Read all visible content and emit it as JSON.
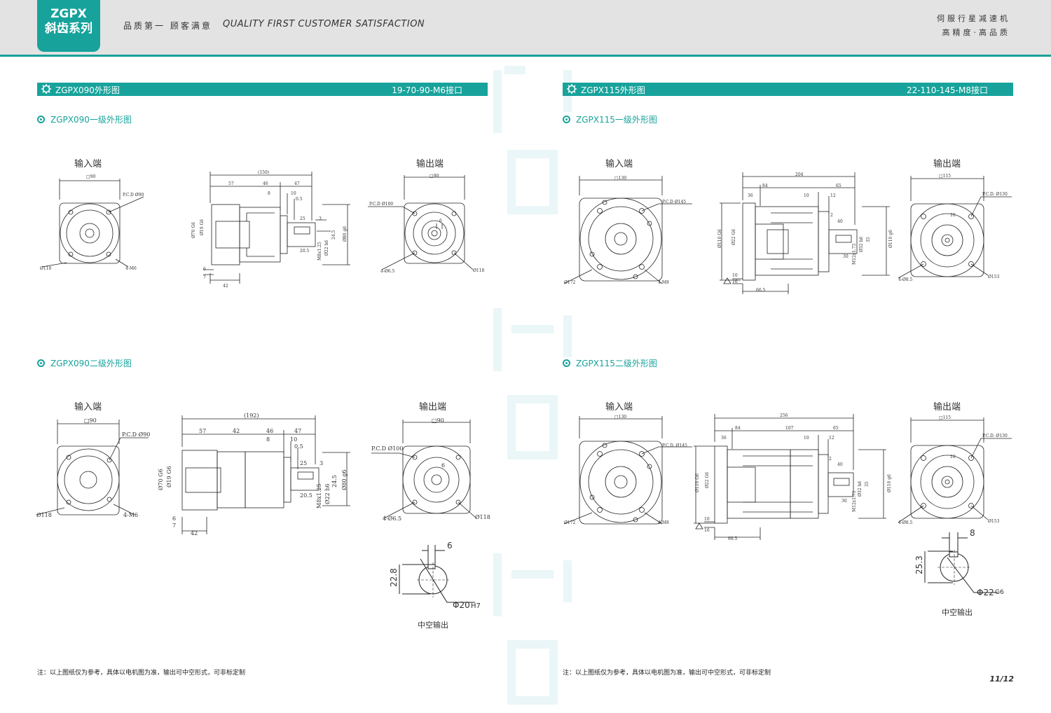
{
  "header": {
    "brand_line1": "ZGPX",
    "brand_line2": "斜齿系列",
    "slogan_cn": "品质第一  顾客满意",
    "slogan_en": "QUALITY FIRST  CUSTOMER SATISFACTION",
    "tagline1": "伺服行星减速机",
    "tagline2": "高精度·高品质"
  },
  "left": {
    "section_title": "ZGPX090外形图",
    "interface": "19-70-90-M6接口",
    "stage1_title": "ZGPX090一级外形图",
    "stage2_title": "ZGPX090二级外形图",
    "input_label": "输入端",
    "output_label": "输出端",
    "hollow_label": "中空输出",
    "note": "注：以上图纸仅为参考，具体以电机图为准，输出可中空形式，可非标定制",
    "s1": {
      "in_sq": "□90",
      "in_pcd": "P.C.D Ø90",
      "in_dia": "Ø118",
      "in_holes": "4-M6",
      "len_total": "(150)",
      "len_a": "57",
      "len_b": "46",
      "len_c": "47",
      "len_d": "8",
      "len_e": "10",
      "len_f": "0.5",
      "key_w": "25",
      "key_h": "3",
      "spig": "Ø70 G6",
      "shaft": "Ø19 G6",
      "thr": "M8x1.25",
      "od_a": "Ø22 h6",
      "od_b": "24.5",
      "od_c": "Ø80 g6",
      "bot_a": "6",
      "bot_b": "7",
      "bot_c": "42",
      "key_l": "20.5",
      "out_pcd": "P.C.D Ø100",
      "out_sq": "□90",
      "out_key": "6",
      "out_holes": "4-Ø6.5",
      "out_dia": "Ø118"
    },
    "s2": {
      "in_sq": "□90",
      "in_pcd": "P.C.D Ø90",
      "in_dia": "Ø118",
      "in_holes": "4-M6",
      "len_total": "(192)",
      "len_a": "57",
      "len_m": "42",
      "len_b": "46",
      "len_c": "47",
      "len_d": "8",
      "len_e": "10",
      "len_f": "0.5",
      "key_w": "25",
      "key_h": "3",
      "spig": "Ø70 G6",
      "shaft": "Ø19 G6",
      "thr": "M8x1.25",
      "od_a": "Ø22 h6",
      "od_b": "24.5",
      "od_c": "Ø80 g6",
      "bot_a": "6",
      "bot_b": "7",
      "bot_c": "42",
      "key_l": "20.5",
      "out_pcd": "P.C.D Ø100",
      "out_sq": "□90",
      "out_key": "6",
      "out_holes": "4-Ø6.5",
      "out_dia": "Ø118",
      "hollow_key": "6",
      "hollow_h": "22.8",
      "hollow_dia": "Φ20",
      "hollow_tol": "H7"
    }
  },
  "right": {
    "section_title": "ZGPX115外形图",
    "interface": "22-110-145-M8接口",
    "stage1_title": "ZGPX115一级外形图",
    "stage2_title": "ZGPX115二级外形图",
    "input_label": "输入端",
    "output_label": "输出端",
    "hollow_label": "中空输出",
    "note": "注：以上图纸仅为参考，具体以电机图为准，输出可中空形式，可非标定制",
    "page": "11/12",
    "s1": {
      "in_sq": "□130",
      "in_pcd": "P.C.D Ø145",
      "in_dia": "Ø172",
      "in_holes": "4-M8",
      "len_total": "204",
      "len_a": "84",
      "len_b": "65",
      "len_c": "36",
      "len_d": "10",
      "len_e": "12",
      "len_f": "2",
      "key_w": "40",
      "key_l": "30",
      "spig": "Ø110 G6",
      "shaft": "Ø22 G6",
      "thr": "M12x1.75",
      "od_a": "Ø32 h6",
      "od_b": "35",
      "od_c": "Ø110 g6",
      "bot_a": "10",
      "bot_b": "16",
      "bot_c": "66.5",
      "out_sq": "□115",
      "out_pcd": "P.C.D. Ø130",
      "out_key": "10",
      "out_holes": "4-Ø8.5",
      "out_dia": "Ø153"
    },
    "s2": {
      "in_sq": "□130",
      "in_pcd": "P.C.D. Ø145",
      "in_dia": "Ø172",
      "in_holes": "4-M8",
      "len_total": "256",
      "len_a": "84",
      "len_m": "107",
      "len_b": "65",
      "len_c": "36",
      "len_d": "10",
      "len_e": "12",
      "len_f": "2",
      "key_w": "40",
      "key_l": "30",
      "spig": "Ø110 G6",
      "shaft": "Ø22 G6",
      "thr": "M12x1.75",
      "od_a": "Ø32 h6",
      "od_b": "35",
      "od_c": "Ø110 g6",
      "bot_a": "10",
      "bot_b": "16",
      "bot_c": "66.5",
      "out_sq": "□115",
      "out_pcd": "P.C.D. Ø130",
      "out_key": "10",
      "out_holes": "4-Ø8.5",
      "out_dia": "Ø153",
      "hollow_key": "8",
      "hollow_h": "25.3",
      "hollow_dia": "Φ22",
      "hollow_tol": "G6"
    }
  }
}
